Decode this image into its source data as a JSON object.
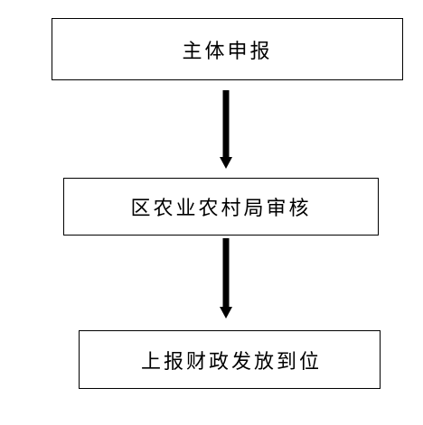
{
  "flowchart": {
    "steps": [
      {
        "label": "主体申报"
      },
      {
        "label": "区农业农村局审核"
      },
      {
        "label": "上报财政发放到位"
      }
    ],
    "arrow_color": "#000000",
    "box_border_color": "#000000"
  }
}
